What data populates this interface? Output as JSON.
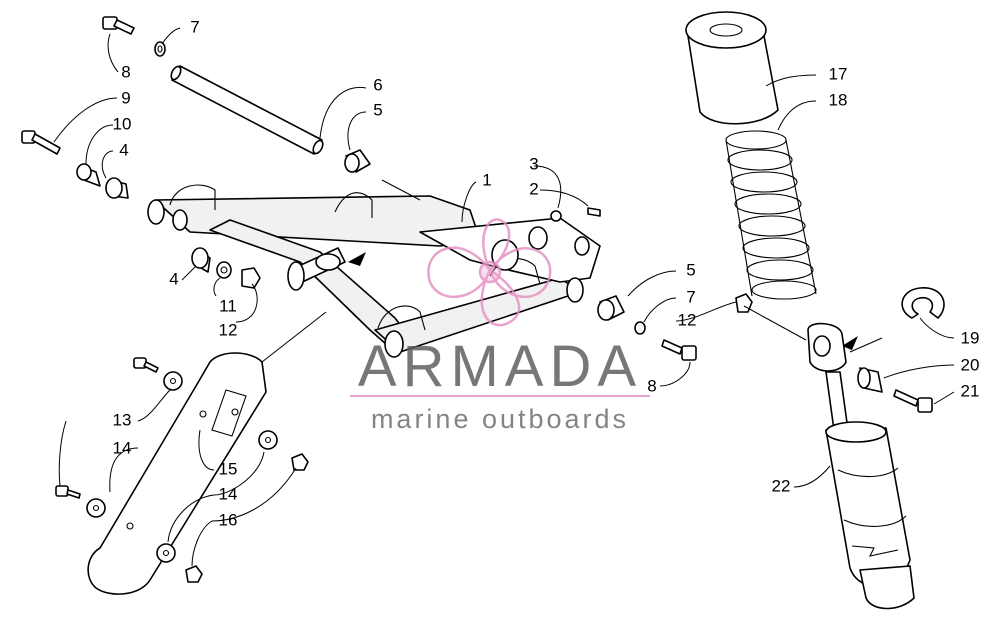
{
  "watermark": {
    "brand": "ARMADA",
    "tagline": "marine outboards",
    "accent_color": "#e48fc1"
  },
  "callouts": {
    "c1": "1",
    "c2": "2",
    "c3": "3",
    "c4a": "4",
    "c4b": "4",
    "c5a": "5",
    "c5b": "5",
    "c6": "6",
    "c7a": "7",
    "c7b": "7",
    "c8a": "8",
    "c8b": "8",
    "c9": "9",
    "c10": "10",
    "c11": "11",
    "c12a": "12",
    "c12b": "12",
    "c13": "13",
    "c14a": "14",
    "c14b": "14",
    "c15": "15",
    "c16": "16",
    "c17": "17",
    "c18": "18",
    "c19": "19",
    "c20": "20",
    "c21": "21",
    "c22": "22"
  }
}
